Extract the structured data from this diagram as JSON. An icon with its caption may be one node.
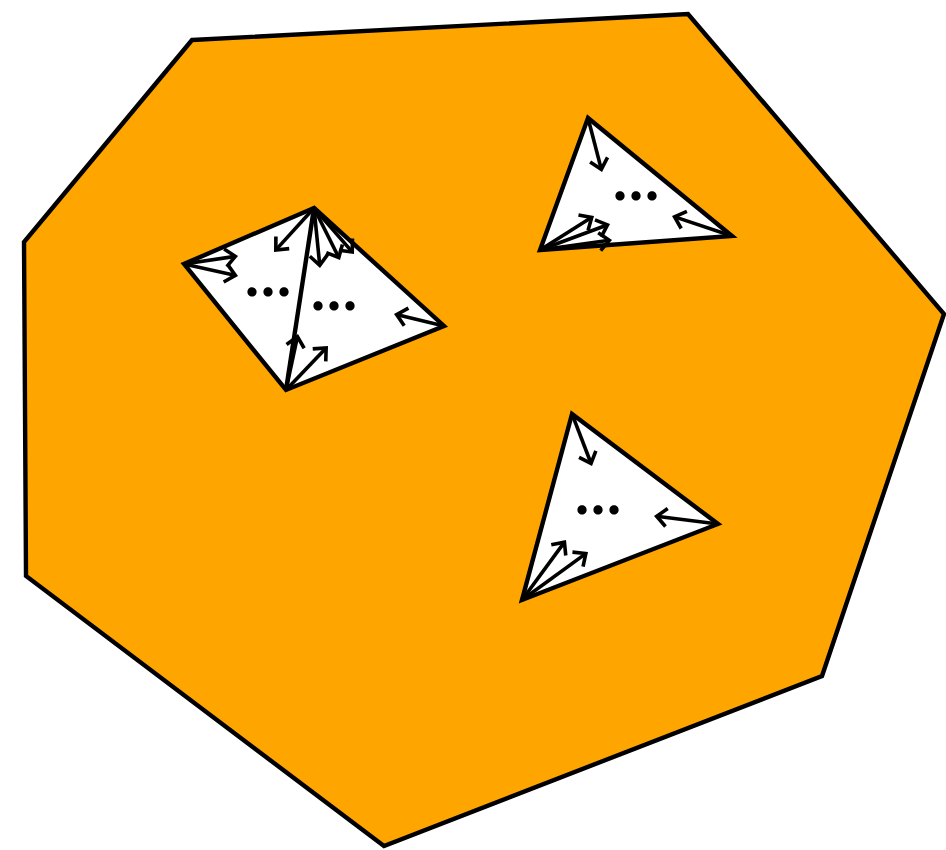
{
  "diagram": {
    "nodes": [
      {
        "text": [],
        "shape": "polygon"
      },
      {
        "text": [],
        "shape": "quadrilateral",
        "in": 0
      },
      {
        "text": [],
        "shape": "triangle",
        "in": 0
      },
      {
        "text": [],
        "shape": "triangle",
        "in": 0
      }
    ]
  }
}
